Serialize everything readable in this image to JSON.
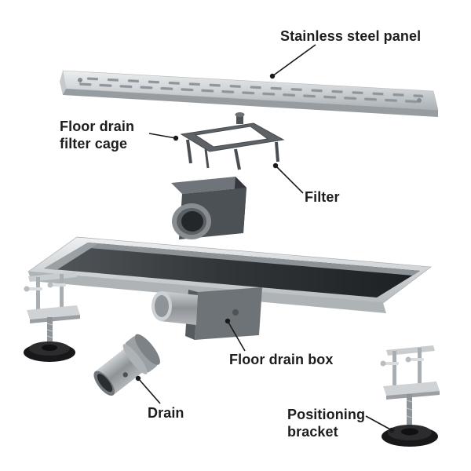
{
  "diagram": {
    "title_hint": "exploded-parts-diagram",
    "background": "#ffffff",
    "labels": {
      "stainless_steel_panel": "Stainless steel panel",
      "floor_drain_filter_cage": "Floor drain filter cage",
      "filter": "Filter",
      "floor_drain_box": "Floor drain box",
      "drain": "Drain",
      "positioning_bracket": "Positioning bracket"
    },
    "parts": [
      {
        "name": "stainless-steel-panel"
      },
      {
        "name": "floor-drain-filter-cage"
      },
      {
        "name": "filter"
      },
      {
        "name": "floor-drain-box"
      },
      {
        "name": "drain"
      },
      {
        "name": "positioning-bracket-left"
      },
      {
        "name": "positioning-bracket-right"
      }
    ],
    "colors": {
      "label_text": "#1d1d1f",
      "leader_line": "#1a1a1a",
      "steel_light": "#e8eaec",
      "steel_dark": "#aeb3b7",
      "part_dark_gray": "#4c5156",
      "cavity_dark": "#222527",
      "bracket_base_black": "#18181a"
    }
  }
}
